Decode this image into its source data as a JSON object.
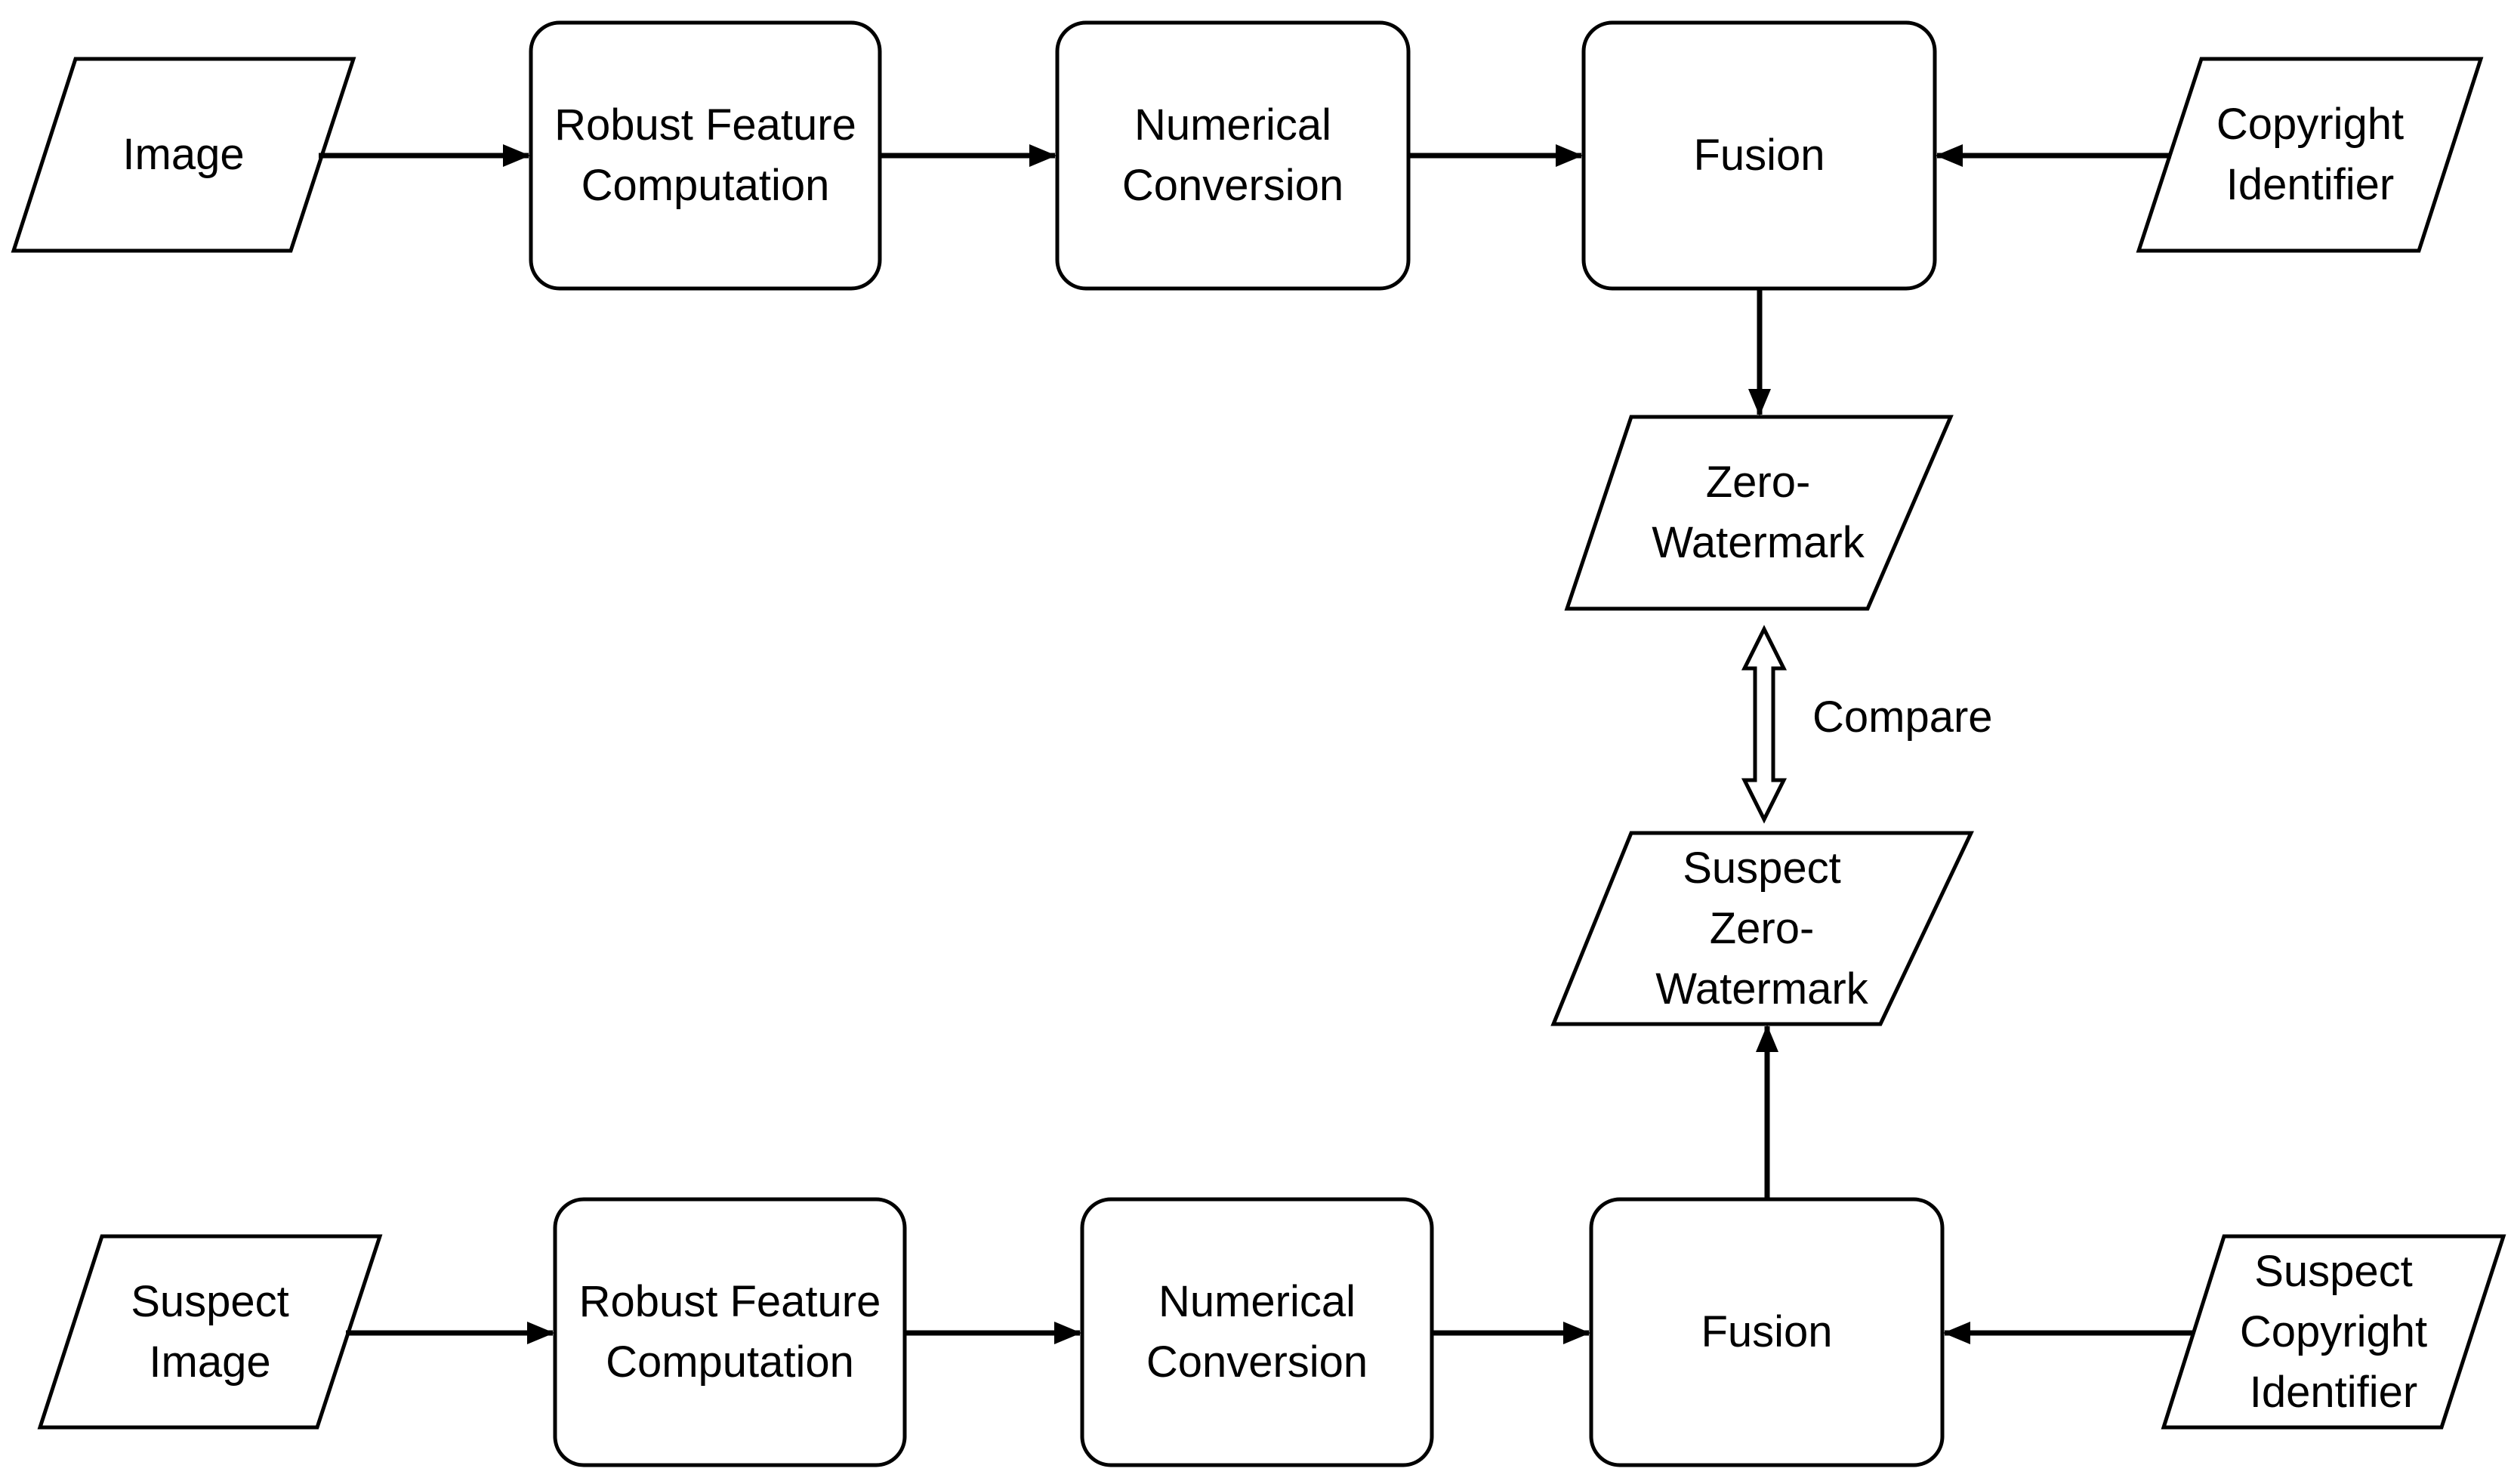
{
  "nodes": {
    "image": "Image",
    "robust_feature_top": "Robust Feature\nComputation",
    "numerical_conversion_top": "Numerical\nConversion",
    "fusion_top": "Fusion",
    "copyright_identifier": "Copyright\nIdentifier",
    "zero_watermark": "Zero-\nWatermark",
    "suspect_zero_watermark": "Suspect\nZero-\nWatermark",
    "suspect_image": "Suspect\nImage",
    "robust_feature_bottom": "Robust Feature\nComputation",
    "numerical_conversion_bottom": "Numerical\nConversion",
    "fusion_bottom": "Fusion",
    "suspect_copyright_identifier": "Suspect\nCopyright\nIdentifier"
  },
  "edges": {
    "compare": "Compare"
  }
}
